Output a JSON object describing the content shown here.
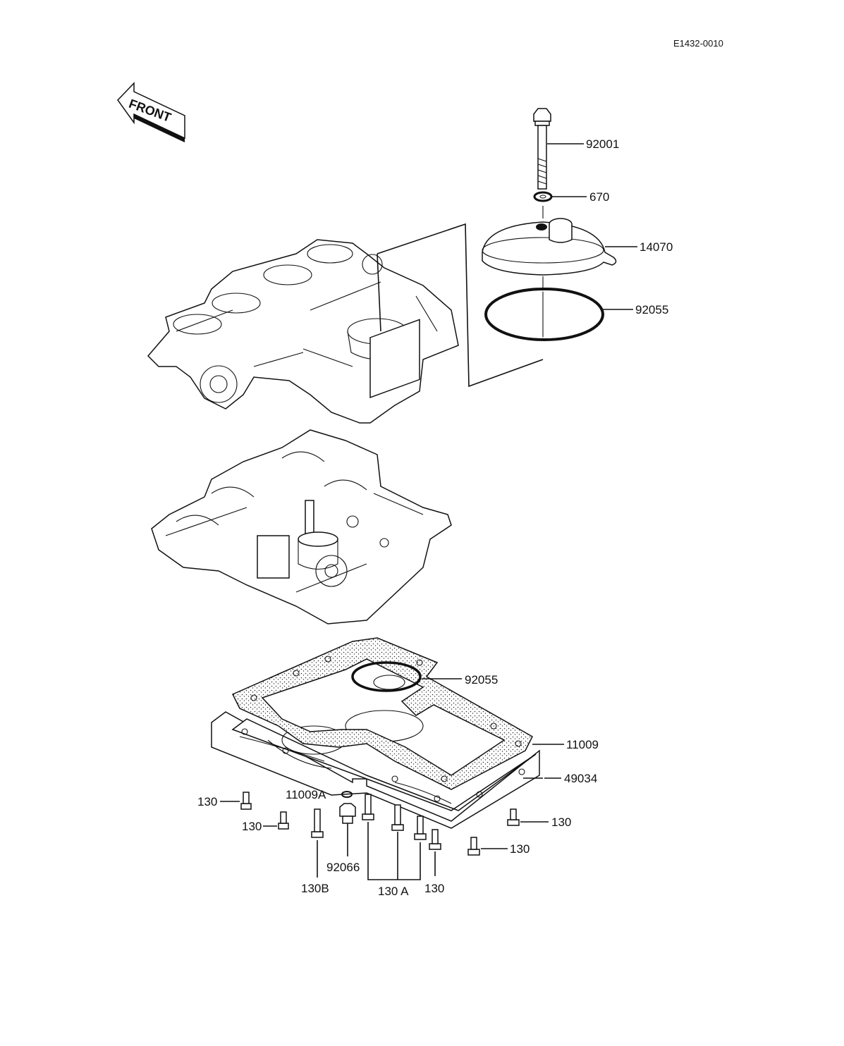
{
  "diagram_code": "E1432-0010",
  "front_label": "FRONT",
  "parts": {
    "bolt_top": "92001",
    "washer_top": "670",
    "cover": "14070",
    "oring_upper": "92055",
    "oring_lower": "92055",
    "gasket": "11009",
    "oil_pan": "49034",
    "washer_drain": "11009A",
    "drain_plug": "92066",
    "bolt_130_left_a": "130",
    "bolt_130_left_b": "130",
    "bolt_130_right_a": "130",
    "bolt_130_right_b": "130",
    "bolt_130_bottom": "130",
    "bolt_130b": "130B",
    "bolt_130a": "130 A"
  }
}
